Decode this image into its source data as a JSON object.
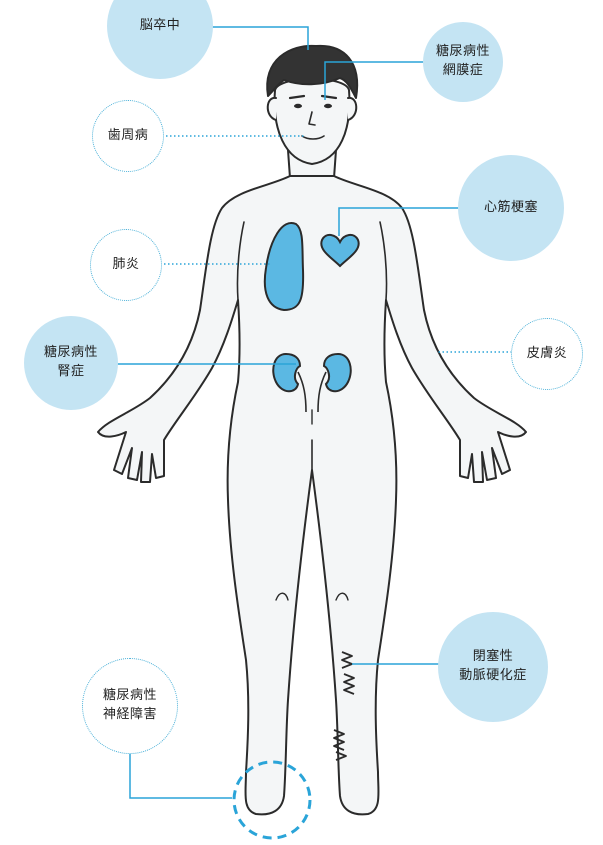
{
  "colors": {
    "accent": "#2aa4d8",
    "bubble_fill": "#c4e4f3",
    "organ_fill": "#5bb8e3",
    "body_fill": "#f4f6f7",
    "outline": "#2b2b2b"
  },
  "labels": {
    "stroke": "脳卒中",
    "diabetic_retinopathy": "糖尿病性\n網膜症",
    "periodontal": "歯周病",
    "myocardial_infarction": "心筋梗塞",
    "pneumonia": "肺炎",
    "dermatitis": "皮膚炎",
    "diabetic_nephropathy": "糖尿病性\n腎症",
    "arteriosclerosis": "閉塞性\n動脈硬化症",
    "diabetic_neuropathy": "糖尿病性\n神経障害"
  }
}
